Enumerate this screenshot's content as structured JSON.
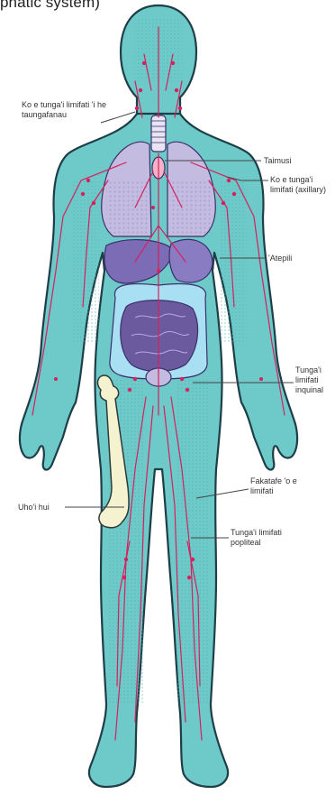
{
  "title": "phatic system)",
  "colors": {
    "body_fill": "#6ec9c9",
    "body_outline": "#1e3e48",
    "lymph": "#d6205e",
    "lungs": "#c3bce0",
    "liver": "#7b6cb5",
    "intestine_large": "#a9dff3",
    "intestine_small": "#6b5b9e",
    "bone": "#f4f2cf",
    "leader": "#444444"
  },
  "labels": {
    "cervical_nodes": "Ko e tunga'i limifati 'i he taungafanau",
    "thymus": "Taimusi",
    "axillary_nodes": "Ko e tunga'i limifati (axillary)",
    "spleen": "'Atepili",
    "inguinal_nodes": "Tunga'i limifati inquinal",
    "lymph_vessels": "Fakatafe 'o e limifati",
    "bone_marrow": "Uho'i hui",
    "popliteal_nodes": "Tunga'i limifati popliteal"
  }
}
